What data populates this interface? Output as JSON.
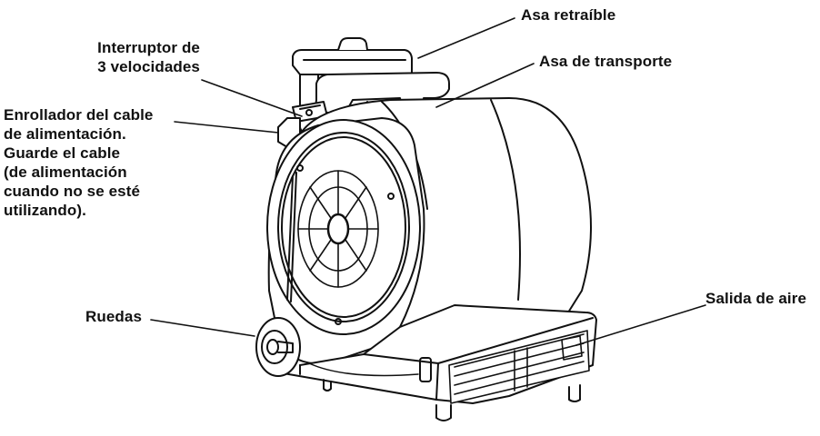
{
  "labels": {
    "asa_retraible": "Asa retraíble",
    "interruptor": [
      "Interruptor de",
      "3 velocidades"
    ],
    "asa_transporte": "Asa de transporte",
    "enrollador": [
      "Enrollador del cable",
      "de alimentación.",
      "Guarde el cable",
      "(de alimentación",
      "cuando no se esté",
      "utilizando)."
    ],
    "ruedas": "Ruedas",
    "salida_aire": "Salida de aire"
  },
  "colors": {
    "line": "#111111",
    "background": "#ffffff"
  }
}
